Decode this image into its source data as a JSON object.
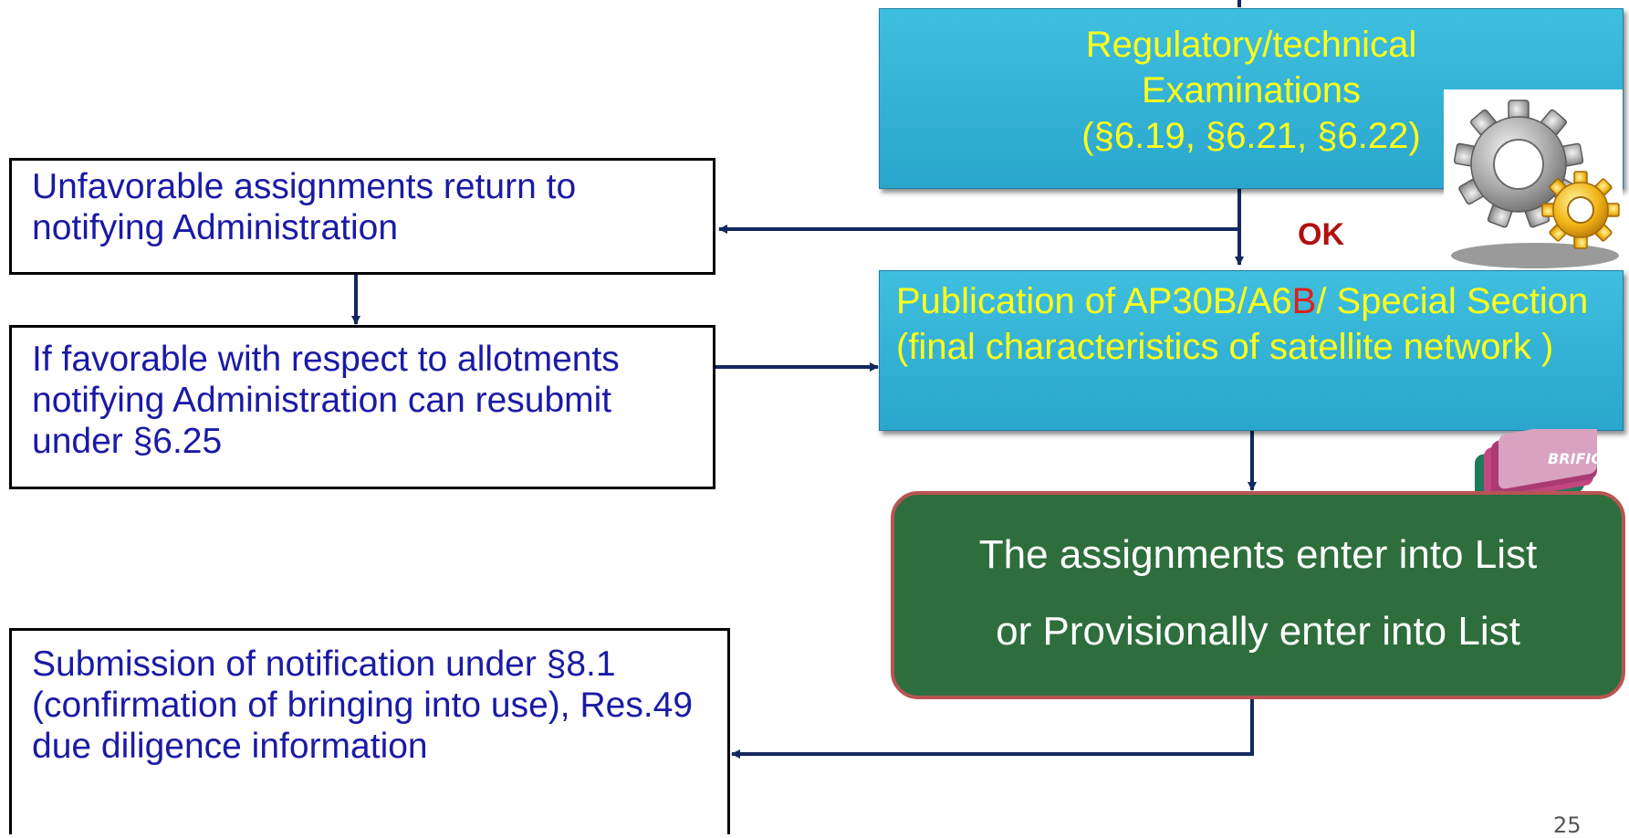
{
  "boxes": {
    "regulatory_exam": {
      "line1": "Regulatory/technical",
      "line2": "Examinations",
      "line3": "(§6.19, §6.21, §6.22)"
    },
    "ok_label": "OK",
    "unfavorable": {
      "text": "Unfavorable assignments return to notifying Administration"
    },
    "resubmit": {
      "text": "If favorable with respect to allotments notifying Administration can resubmit under §6.25"
    },
    "publication": {
      "text_before": "Publication of AP30B/A6",
      "text_highlight": "B",
      "text_after": "/ Special Section  (final characteristics of satellite network )"
    },
    "list_entry": {
      "line1": "The assignments enter into List",
      "line2": "or Provisionally enter into List"
    },
    "notification": {
      "text": "Submission of notification under §8.1 (confirmation of bringing into use), Res.49 due diligence information"
    }
  },
  "brific_label": "BRIFIC",
  "page_number": "25",
  "colors": {
    "white_box_text": "#1a1aa6",
    "blue_box_fill": "#2aa6cc",
    "blue_box_text": "#ffff1a",
    "green_box_fill": "#2d6e3c",
    "green_box_border": "#b95454",
    "ok_text": "#b01010",
    "arrow": "#13285e"
  },
  "icons": [
    "gears-icon",
    "brific-disc-stack-icon"
  ]
}
